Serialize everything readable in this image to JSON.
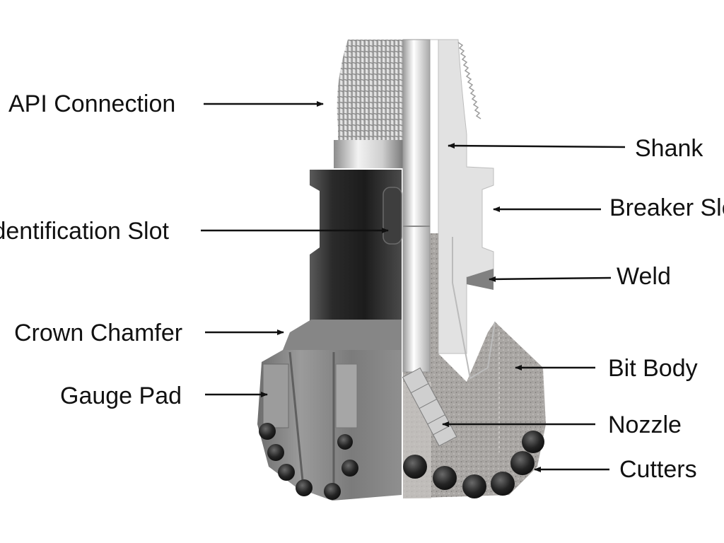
{
  "figure": {
    "subject": "PDC drill bit cutaway",
    "colors": {
      "steel_light": "#e4e4e4",
      "steel_dark": "#2f2f2f",
      "matrix": "#a9a6a3",
      "cutter": "#1f1f1f",
      "arrow": "#111111"
    }
  },
  "labels": [
    {
      "id": "api-connection",
      "text": "API Connection"
    },
    {
      "id": "identification-slot",
      "text": "Identification Slot"
    },
    {
      "id": "crown-chamfer",
      "text": "Crown Chamfer"
    },
    {
      "id": "gauge-pad",
      "text": "Gauge Pad"
    },
    {
      "id": "shank",
      "text": "Shank"
    },
    {
      "id": "breaker-slot",
      "text": "Breaker Slot"
    },
    {
      "id": "weld",
      "text": "Weld"
    },
    {
      "id": "bit-body",
      "text": "Bit Body"
    },
    {
      "id": "nozzle",
      "text": "Nozzle"
    },
    {
      "id": "cutters",
      "text": "Cutters"
    }
  ]
}
